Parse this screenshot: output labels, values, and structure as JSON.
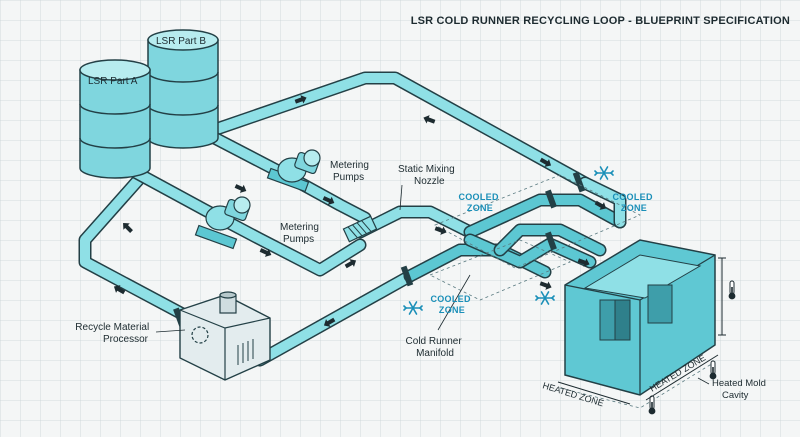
{
  "title": "LSR COLD RUNNER RECYCLING LOOP - BLUEPRINT SPECIFICATION",
  "drums": {
    "part_a": "LSR Part A",
    "part_b": "LSR Part B"
  },
  "labels": {
    "metering_pumps_top": [
      "Metering",
      "Pumps"
    ],
    "metering_pumps_bottom": [
      "Metering",
      "Pumps"
    ],
    "static_mixing": [
      "Static Mixing",
      "Nozzle"
    ],
    "recycle": [
      "Recycle Material",
      "Processor"
    ],
    "manifold": [
      "Cold Runner",
      "Manifold"
    ],
    "heated_mold": [
      "Heated Mold",
      "Cavity"
    ]
  },
  "zones": {
    "cooled_1": [
      "COOLED",
      "ZONE"
    ],
    "cooled_2": [
      "COOLED",
      "ZONE"
    ],
    "cooled_3": [
      "COOLED",
      "ZONE"
    ],
    "heated_1": "HEATED ZONE",
    "heated_2": "HEATED ZONE"
  },
  "colors": {
    "pipe": "#8fe0e6",
    "outline": "#234046",
    "accent": "#1a8fb8",
    "grid": "#c9d3d6",
    "mold": "#5fc8d3"
  },
  "icons": [
    "snowflake-icon",
    "thermometer-icon",
    "flow-arrow-icon"
  ]
}
